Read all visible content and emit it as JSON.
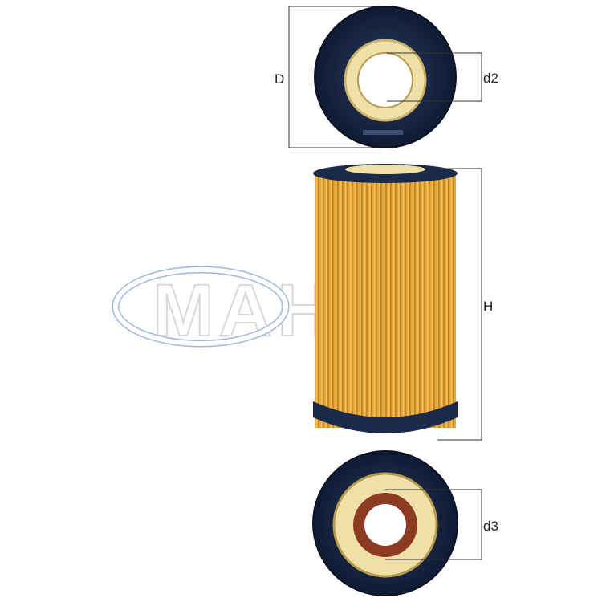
{
  "watermark": {
    "text": "MAHLE"
  },
  "dimensions": {
    "D": "D",
    "d2": "d2",
    "H": "H",
    "d3": "d3"
  },
  "colors": {
    "seal_navy": "#1a2a4a",
    "filter_paper": "#e8a83a",
    "gasket_cream": "#efe0a8",
    "oring_inner": "#8c3a22",
    "oring_ring": "#ffffff",
    "oring_stroke": "#9fb8dd",
    "dim_line": "#333333"
  },
  "icons": {
    "top_view": "filter-top-end-cap-icon",
    "side_view": "filter-element-side-icon",
    "bottom_view": "filter-bottom-end-cap-icon",
    "oring": "o-ring-icon"
  }
}
